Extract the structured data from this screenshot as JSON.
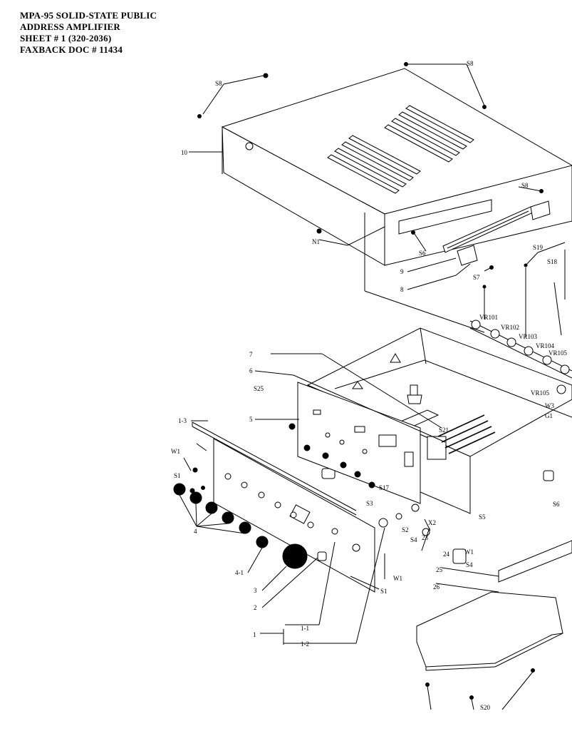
{
  "header": {
    "line1": "MPA-95 SOLID-STATE PUBLIC",
    "line2": "ADDRESS AMPLIFIER",
    "line3": "SHEET # 1  (320-2036)",
    "line4": "FAXBACK DOC # 11434"
  },
  "callouts": {
    "s8_top_left": "S8",
    "s8_top_right": "S8",
    "cover": "10",
    "s8_mid": "S8",
    "n1": "N1",
    "s6_cover": "S6",
    "trim": "9",
    "s7": "S7",
    "bracket": "8",
    "s19": "S19",
    "s18": "S18",
    "vr101": "VR101",
    "vr102": "VR102",
    "vr103": "VR103",
    "vr104": "VR104",
    "vr105a": "VR105",
    "vr105b": "VR105",
    "w3": "W3",
    "g1": "G1",
    "chassis_7": "7",
    "chassis_6": "6",
    "s25": "S25",
    "subpanel_5": "5",
    "panel_1_3": "1-3",
    "w1_left": "W1",
    "s1_left": "S1",
    "s21": "S21",
    "s17": "S17",
    "s3": "S3",
    "s2": "S2",
    "s4_23": "S4",
    "part_23": "23",
    "x2": "X2",
    "s5": "S5",
    "s6_right": "S6",
    "knobs_4": "4",
    "knob_4_1": "4-1",
    "knob_3": "3",
    "knob_2": "2",
    "w1_right": "W1",
    "s1_right": "S1",
    "part_24": "24",
    "w1_foot": "W1",
    "s4_foot": "S4",
    "part_25": "25",
    "part_26": "26",
    "panel_1": "1",
    "panel_1_1": "1-1",
    "panel_1_2": "1-2",
    "s20": "S20"
  }
}
